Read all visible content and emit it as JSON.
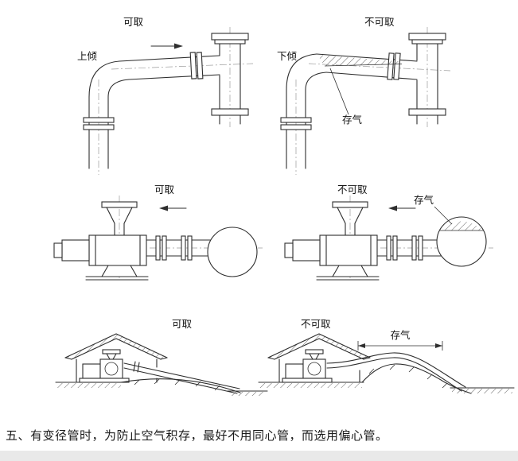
{
  "figure": {
    "row1": {
      "left": {
        "title": "可取",
        "slope": "上倾"
      },
      "right": {
        "title": "不可取",
        "slope": "下倾",
        "air": "存气"
      }
    },
    "row2": {
      "left": {
        "title": "可取"
      },
      "right": {
        "title": "不可取",
        "air": "存气"
      }
    },
    "row3": {
      "left": {
        "title": "可取"
      },
      "right": {
        "title": "不可取",
        "air": "存气"
      }
    }
  },
  "caption": "五、有变径管时，为防止空气积存，最好不用同心管，而选用偏心管。"
}
